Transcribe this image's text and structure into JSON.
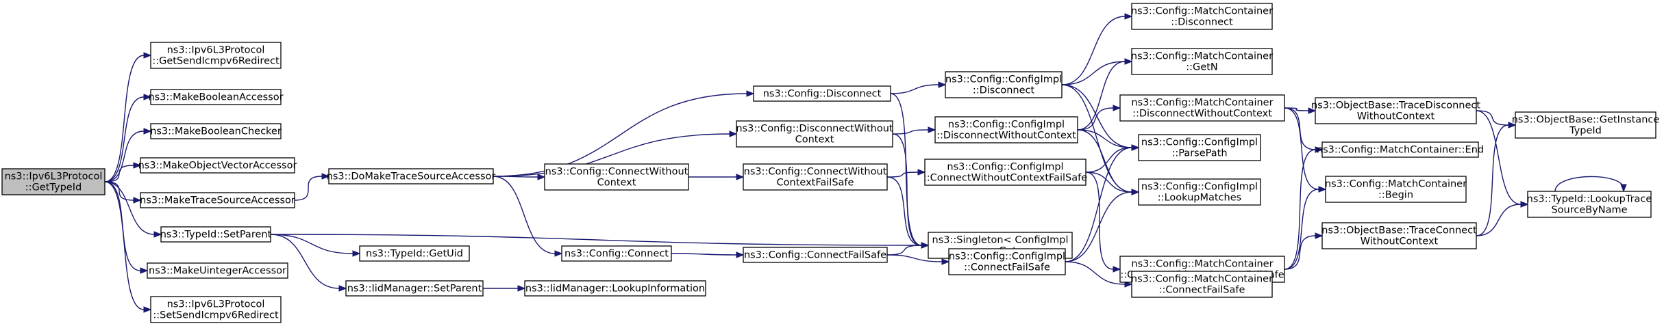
{
  "nodes": [
    {
      "id": "root",
      "lines": [
        "ns3::Ipv6L3Protocol",
        "::GetTypeId"
      ],
      "root": true
    },
    {
      "id": "getsend",
      "lines": [
        "ns3::Ipv6L3Protocol",
        "::GetSendIcmpv6Redirect"
      ]
    },
    {
      "id": "mkbacc",
      "lines": [
        "ns3::MakeBooleanAccessor"
      ]
    },
    {
      "id": "mkbchk",
      "lines": [
        "ns3::MakeBooleanChecker"
      ]
    },
    {
      "id": "mkovec",
      "lines": [
        "ns3::MakeObjectVectorAccessor"
      ]
    },
    {
      "id": "mktsa",
      "lines": [
        "ns3::MakeTraceSourceAccessor"
      ]
    },
    {
      "id": "setparent",
      "lines": [
        "ns3::TypeId::SetParent"
      ]
    },
    {
      "id": "mkuint",
      "lines": [
        "ns3::MakeUintegerAccessor"
      ]
    },
    {
      "id": "setsend",
      "lines": [
        "ns3::Ipv6L3Protocol",
        "::SetSendIcmpv6Redirect"
      ]
    },
    {
      "id": "dmtsa",
      "lines": [
        "ns3::DoMakeTraceSourceAccessor"
      ]
    },
    {
      "id": "getuid",
      "lines": [
        "ns3::TypeId::GetUid"
      ]
    },
    {
      "id": "iidset",
      "lines": [
        "ns3::IidManager::SetParent"
      ]
    },
    {
      "id": "iidlookup",
      "lines": [
        "ns3::IidManager::LookupInformation"
      ]
    },
    {
      "id": "cfgdisc",
      "lines": [
        "ns3::Config::Disconnect"
      ]
    },
    {
      "id": "cfgdiscwc",
      "lines": [
        "ns3::Config::DisconnectWithout",
        "Context"
      ]
    },
    {
      "id": "cfgconnwc",
      "lines": [
        "ns3::Config::ConnectWithout",
        "Context"
      ]
    },
    {
      "id": "cfgconn",
      "lines": [
        "ns3::Config::Connect"
      ]
    },
    {
      "id": "cfgconnwcfs",
      "lines": [
        "ns3::Config::ConnectWithout",
        "ContextFailSafe"
      ]
    },
    {
      "id": "cfgconnfs",
      "lines": [
        "ns3::Config::ConnectFailSafe"
      ]
    },
    {
      "id": "impldisc",
      "lines": [
        "ns3::Config::ConfigImpl",
        "::Disconnect"
      ]
    },
    {
      "id": "impldiscwc",
      "lines": [
        "ns3::Config::ConfigImpl",
        "::DisconnectWithoutContext"
      ]
    },
    {
      "id": "implconnwcfs",
      "lines": [
        "ns3::Config::ConfigImpl",
        "::ConnectWithoutContextFailSafe"
      ]
    },
    {
      "id": "singleton",
      "lines": [
        "ns3::Singleton< ConfigImpl",
        ">::Get"
      ]
    },
    {
      "id": "implconnfs",
      "lines": [
        "ns3::Config::ConfigImpl",
        "::ConnectFailSafe"
      ]
    },
    {
      "id": "mcdisc",
      "lines": [
        "ns3::Config::MatchContainer",
        "::Disconnect"
      ]
    },
    {
      "id": "mcgetn",
      "lines": [
        "ns3::Config::MatchContainer",
        "::GetN"
      ]
    },
    {
      "id": "mcdiscwc",
      "lines": [
        "ns3::Config::MatchContainer",
        "::DisconnectWithoutContext"
      ]
    },
    {
      "id": "parsepath",
      "lines": [
        "ns3::Config::ConfigImpl",
        "::ParsePath"
      ]
    },
    {
      "id": "lookupm",
      "lines": [
        "ns3::Config::ConfigImpl",
        "::LookupMatches"
      ]
    },
    {
      "id": "mcconnwcfs",
      "lines": [
        "ns3::Config::MatchContainer",
        "::ConnectWithoutContextFailSafe"
      ]
    },
    {
      "id": "mcconnfs",
      "lines": [
        "ns3::Config::MatchContainer",
        "::ConnectFailSafe"
      ]
    },
    {
      "id": "obtdwc",
      "lines": [
        "ns3::ObjectBase::TraceDisconnect",
        "WithoutContext"
      ]
    },
    {
      "id": "mcend",
      "lines": [
        "ns3::Config::MatchContainer::End"
      ]
    },
    {
      "id": "mcbegin",
      "lines": [
        "ns3::Config::MatchContainer",
        "::Begin"
      ]
    },
    {
      "id": "obtcwc",
      "lines": [
        "ns3::ObjectBase::TraceConnect",
        "WithoutContext"
      ]
    },
    {
      "id": "obgit",
      "lines": [
        "ns3::ObjectBase::GetInstance",
        "TypeId"
      ]
    },
    {
      "id": "lookupts",
      "lines": [
        "ns3::TypeId::LookupTrace",
        "SourceByName"
      ]
    }
  ],
  "edges": [
    [
      "root",
      "getsend"
    ],
    [
      "root",
      "mkbacc"
    ],
    [
      "root",
      "mkbchk"
    ],
    [
      "root",
      "mkovec"
    ],
    [
      "root",
      "mktsa"
    ],
    [
      "root",
      "setparent"
    ],
    [
      "root",
      "mkuint"
    ],
    [
      "root",
      "setsend"
    ],
    [
      "mktsa",
      "dmtsa"
    ],
    [
      "setparent",
      "singleton"
    ],
    [
      "setparent",
      "getuid"
    ],
    [
      "setparent",
      "iidset"
    ],
    [
      "iidset",
      "iidlookup"
    ],
    [
      "dmtsa",
      "cfgdisc"
    ],
    [
      "dmtsa",
      "cfgdiscwc"
    ],
    [
      "dmtsa",
      "cfgconnwc"
    ],
    [
      "dmtsa",
      "cfgconn"
    ],
    [
      "cfgdisc",
      "impldisc"
    ],
    [
      "cfgdisc",
      "singleton"
    ],
    [
      "cfgdiscwc",
      "impldiscwc"
    ],
    [
      "cfgdiscwc",
      "singleton"
    ],
    [
      "cfgconnwc",
      "cfgconnwcfs"
    ],
    [
      "cfgconn",
      "cfgconnfs"
    ],
    [
      "cfgconnwcfs",
      "implconnwcfs"
    ],
    [
      "cfgconnwcfs",
      "singleton"
    ],
    [
      "cfgconnfs",
      "implconnfs"
    ],
    [
      "cfgconnfs",
      "singleton"
    ],
    [
      "impldisc",
      "mcdisc"
    ],
    [
      "impldisc",
      "mcgetn"
    ],
    [
      "impldisc",
      "parsepath"
    ],
    [
      "impldisc",
      "lookupm"
    ],
    [
      "impldiscwc",
      "mcgetn"
    ],
    [
      "impldiscwc",
      "mcdiscwc"
    ],
    [
      "impldiscwc",
      "parsepath"
    ],
    [
      "impldiscwc",
      "lookupm"
    ],
    [
      "implconnwcfs",
      "parsepath"
    ],
    [
      "implconnwcfs",
      "lookupm"
    ],
    [
      "implconnwcfs",
      "mcconnwcfs"
    ],
    [
      "implconnfs",
      "parsepath"
    ],
    [
      "implconnfs",
      "lookupm"
    ],
    [
      "implconnfs",
      "mcconnfs"
    ],
    [
      "mcdiscwc",
      "obtdwc"
    ],
    [
      "mcdiscwc",
      "mcend"
    ],
    [
      "mcdiscwc",
      "mcbegin"
    ],
    [
      "mcconnwcfs",
      "mcend"
    ],
    [
      "mcconnwcfs",
      "mcbegin"
    ],
    [
      "mcconnwcfs",
      "obtcwc"
    ],
    [
      "obtdwc",
      "obgit"
    ],
    [
      "obtdwc",
      "lookupts"
    ],
    [
      "obtcwc",
      "obgit"
    ],
    [
      "obtcwc",
      "lookupts"
    ],
    [
      "lookupts",
      "lookupts"
    ]
  ]
}
